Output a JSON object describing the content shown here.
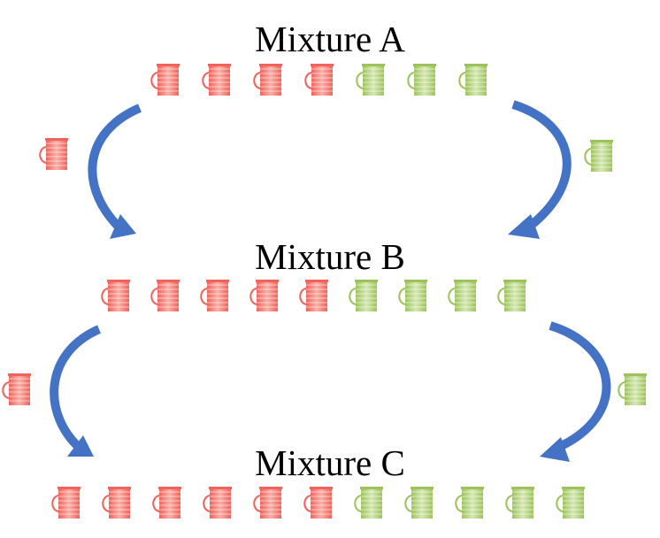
{
  "mixtures": [
    {
      "title": "Mixture A",
      "red_cups": 4,
      "green_cups": 3
    },
    {
      "title": "Mixture B",
      "red_cups": 5,
      "green_cups": 4
    },
    {
      "title": "Mixture C",
      "red_cups": 6,
      "green_cups": 5
    }
  ],
  "transitions": [
    {
      "from": "Mixture A",
      "to": "Mixture B",
      "left_added": "red-cup",
      "right_added": "green-cup"
    },
    {
      "from": "Mixture B",
      "to": "Mixture C",
      "left_added": "red-cup",
      "right_added": "green-cup"
    }
  ],
  "colors": {
    "red_cup": "#f0625a",
    "red_cup_light": "#f9b0a8",
    "green_cup": "#9cc35a",
    "green_cup_light": "#d6e8b4",
    "arrow": "#4472c4"
  },
  "icons": {
    "red_cup": "red-cup-icon",
    "green_cup": "green-cup-icon",
    "arrow": "curved-arrow-icon"
  }
}
